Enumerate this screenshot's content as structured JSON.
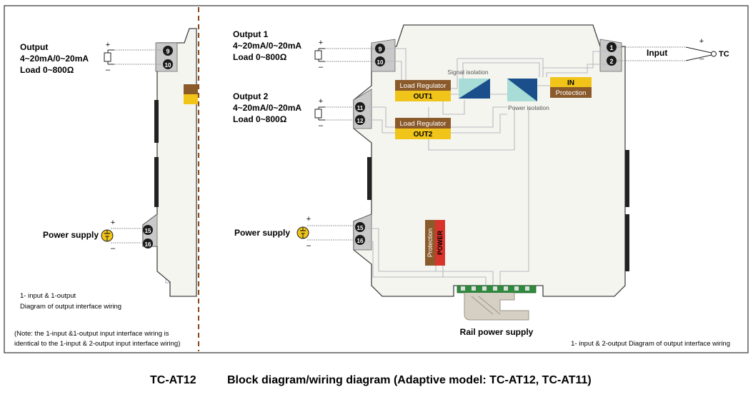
{
  "left": {
    "output_title": "Output",
    "output_range": "4~20mA/0~20mA",
    "output_load": "Load 0~800Ω",
    "terminal_9": "9",
    "terminal_10": "10",
    "power_label": "Power supply",
    "terminal_15": "15",
    "terminal_16": "16",
    "caption_line1": "1- input & 1-output",
    "caption_line2": "Diagram of output interface wiring",
    "note_line1": "(Note: the 1-input &1-output input interface wiring is",
    "note_line2": "identical to the 1-input & 2-output input interface wiring)"
  },
  "right": {
    "out1_title": "Output 1",
    "out1_range": "4~20mA/0~20mA",
    "out1_load": "Load 0~800Ω",
    "out2_title": "Output 2",
    "out2_range": "4~20mA/0~20mA",
    "out2_load": "Load 0~800Ω",
    "terminal_9": "9",
    "terminal_10": "10",
    "terminal_11": "11",
    "terminal_12": "12",
    "terminal_15": "15",
    "terminal_16": "16",
    "terminal_1": "1",
    "terminal_2": "2",
    "input_label": "Input",
    "tc_label": "TC",
    "lr1_label": "Load Regulator",
    "out1_label": "OUT1",
    "lr2_label": "Load Regulator",
    "out2_label": "OUT2",
    "signal_isolation": "Signal isolation",
    "power_isolation": "Power isolation",
    "in_label": "IN",
    "in_protection": "Protection",
    "power_label": "Power supply",
    "prot_vertical": "Protection",
    "power_vertical": "POWER",
    "rail_label": "Rail power supply",
    "caption": "1- input & 2-output Diagram of output interface wiring"
  },
  "polarity": {
    "plus": "+",
    "minus": "–",
    "underscore": "_"
  },
  "footer": {
    "model": "TC-AT12",
    "title": "Block diagram/wiring diagram (Adaptive model: TC-AT12, TC-AT11)"
  },
  "colors": {
    "frame": "#333333",
    "housing": "#f5f5ef",
    "brown": "#8a5a2b",
    "yellow": "#f0c419",
    "red": "#d9342b",
    "wire": "#b9b9c3",
    "dashed": "#8b4513"
  }
}
